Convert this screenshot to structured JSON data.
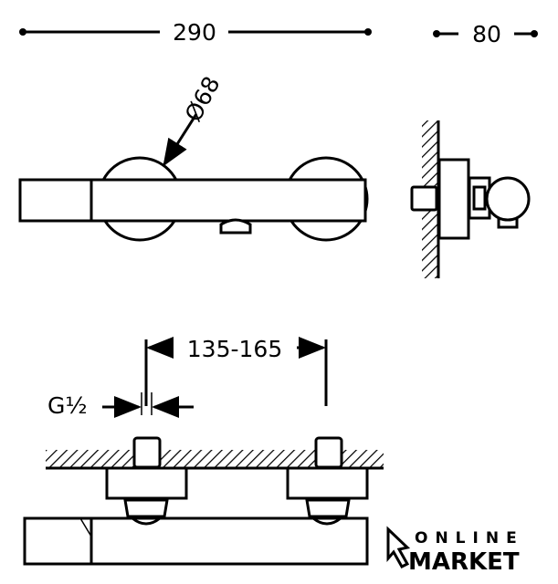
{
  "dimensions": {
    "total_length": "290",
    "depth": "80",
    "diameter": "Ø68",
    "center_distance": "135-165",
    "thread": "G½"
  },
  "logo": {
    "line1": "ONLINE",
    "line2": "MARKET"
  },
  "colors": {
    "ink": "#000000",
    "background": "#ffffff"
  }
}
